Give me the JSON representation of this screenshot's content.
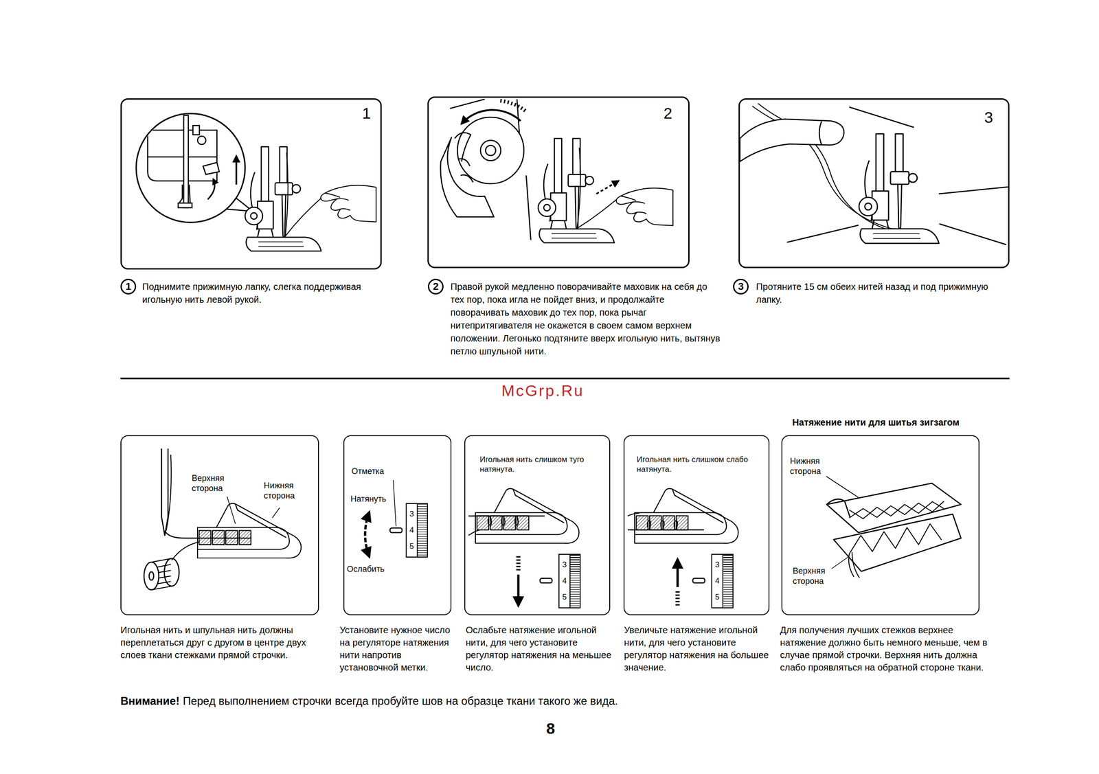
{
  "diagram": {
    "nodes": [
      {
        "text": [
          "1"
        ]
      },
      {
        "text": [
          "2"
        ]
      },
      {
        "text": [
          "3"
        ]
      },
      {
        "text": [
          "1"
        ]
      },
      {
        "text": [
          "2"
        ]
      },
      {
        "text": [
          "3"
        ]
      },
      {
        "text": [
          "Верхняя сторона",
          "Нижняя сторона"
        ]
      },
      {
        "text": [
          "Отметка",
          "Натянуть",
          "Ослабить"
        ]
      },
      {
        "text": [
          "3",
          "4",
          "5"
        ],
        "in": 7
      },
      {
        "text": [
          "Игольная нить слишком туго натянута."
        ]
      },
      {
        "text": [
          "3",
          "4",
          "5"
        ],
        "in": 9
      },
      {
        "text": [
          "Игольная нить слишком слабо натянута."
        ]
      },
      {
        "text": [
          "3",
          "4",
          "5"
        ],
        "in": 11
      },
      {
        "text": [
          "Натяжение нити для шитья зигзагом",
          "Нижняя сторона",
          "Верхняя сторона"
        ]
      }
    ],
    "labels": [
      "Поднимите прижимную лапку, слегка поддерживая игольную нить левой рукой.",
      "Правой рукой медленно поворачивайте маховик на себя до тех пор, пока игла не пойдет вниз, и продолжайте поворачивать маховик до тех пор, пока рычаг нитепритягивателя не окажется в своем самом верхнем положении. Легонько подтяните вверх игольную нить, вытянув петлю шпульной нити.",
      "Протяните 15 см обеих нитей назад и под прижимную лапку.",
      "McGrp.Ru",
      "Игольная нить и шпульная нить должны переплетаться друг с другом в центре двух слоев ткани стежками прямой строчки.",
      "Установите нужное число на регуляторе натяжения нити напротив установочной метки.",
      "Ослабьте натяжение игольной нити, для чего установите регулятор натяжения на меньшее число.",
      "Увеличьте натяжение игольной нити, для чего установите регулятор натяжения на большее значение.",
      "Для получения лучших стежков верхнее натяжение должно быть немного меньше, чем в случае прямой строчки. Верхняя нить должна слабо проявляться на обратной стороне ткани.",
      "Внимание!",
      "Перед выполнением строчки всегда пробуйте шов на образце ткани такого же вида.",
      "8"
    ]
  }
}
